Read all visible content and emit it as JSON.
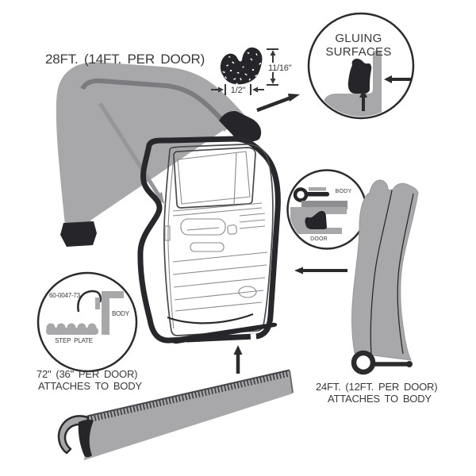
{
  "labels": {
    "top_strip_length": "28FT. (14FT. PER DOOR)",
    "cross_section_height": "11/16\"",
    "cross_section_width": "1/2\"",
    "gluing_word1": "GLUING",
    "gluing_word2": "SURFACES",
    "seal_inset_body": "BODY",
    "seal_inset_door": "DOOR",
    "step_inset_part_number": "60-0047-73",
    "step_inset_body": "BODY",
    "step_inset_step_plate": "STEP PLATE",
    "sill_strip_line1": "72\" (36\" PER DOOR)",
    "sill_strip_line2": "ATTACHES TO BODY",
    "rear_strip_line1": "24FT. (12FT. PER DOOR)",
    "rear_strip_line2": "ATTACHES TO BODY"
  },
  "colors": {
    "rubber_gray": "#a8a8ab",
    "shadow_gray": "#7c7c80",
    "panel_gray": "#8e8e92",
    "outline_dark": "#28282c",
    "black_part": "#25252a",
    "text": "#39393d",
    "background": "#ffffff"
  }
}
